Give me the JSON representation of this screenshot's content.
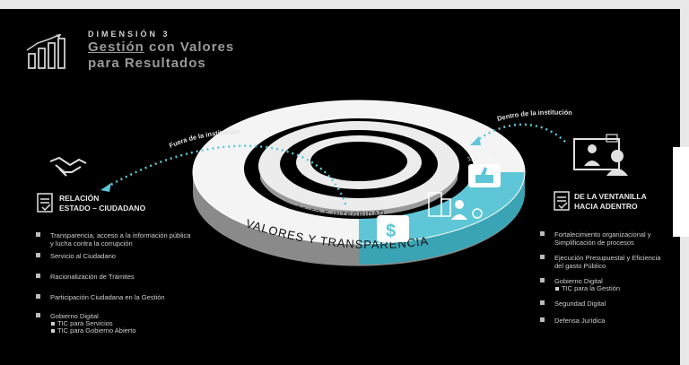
{
  "header": {
    "dimension": "DIMENSIÓN 3",
    "title_underlined": "Gestión",
    "title_rest": " con Valores",
    "title_line2": "para Resultados"
  },
  "diagram": {
    "ring_outer": "VALORES   Y   TRANSPARENCIA",
    "ring_middle": "MÉRITO   E   INTEGRIDAD",
    "arrow_left": "Fuera de la institución",
    "arrow_right": "Dentro de la institución"
  },
  "left_section": {
    "title_line1": "RELACIÓN",
    "title_line2": "ESTADO – CIUDADANO",
    "items": [
      {
        "label": "Transparencia, acceso a la información pública y lucha contra la corrupción"
      },
      {
        "label": "Servicio al Ciudadano"
      },
      {
        "label": "Racionalización de Trámites"
      },
      {
        "label": "Participación Ciudadana  en la Gestión"
      },
      {
        "label": "Gobierno Digital"
      }
    ],
    "subitems": [
      "TIC para Servicios",
      "TIC para Gobierno Abierto"
    ]
  },
  "right_section": {
    "title_line1": "DE LA VENTANILLA",
    "title_line2": "HACIA ADENTRO",
    "items": [
      {
        "label": "Fortalecimiento organizacional y Simplificación de procesos"
      },
      {
        "label": "Ejecución Presupuestal y Eficiencia del gasto Público"
      },
      {
        "label": "Gobierno Digital"
      },
      {
        "label": "Seguridad Digital"
      },
      {
        "label": "Defensa Jurídica"
      }
    ],
    "subitems": [
      "TIC para la Gestión"
    ]
  },
  "colors": {
    "accent": "#5ec6d6",
    "ring_side": "#8a8a8a",
    "background": "#000000"
  }
}
